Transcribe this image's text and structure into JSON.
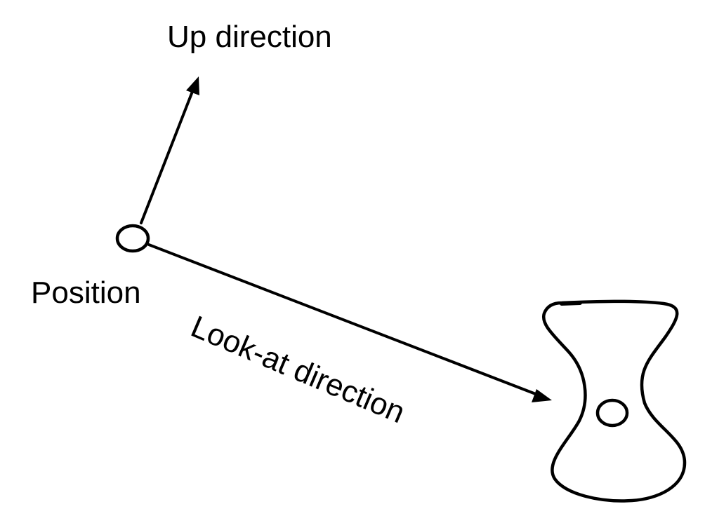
{
  "labels": {
    "up": "Up direction",
    "position": "Position",
    "look_at": "Look-at direction"
  },
  "colors": {
    "stroke": "#000000",
    "background": "#ffffff"
  }
}
